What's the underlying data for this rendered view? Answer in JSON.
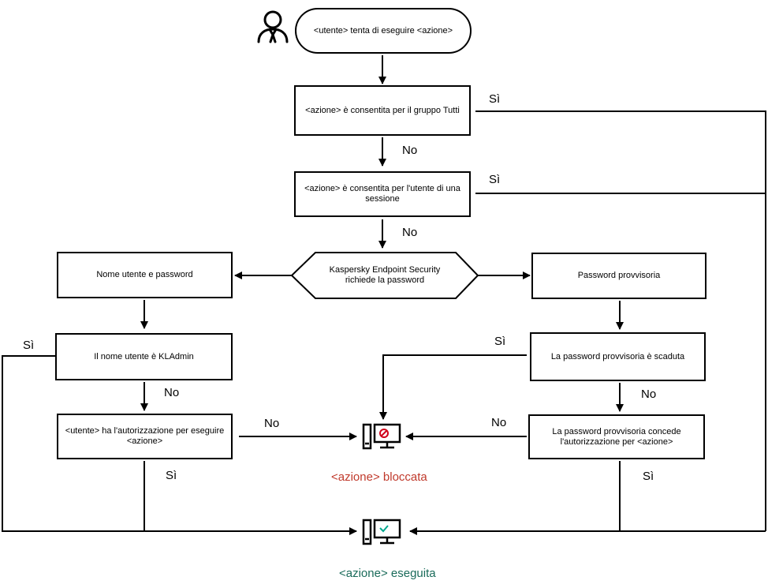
{
  "start": {
    "text": "<utente> tenta di eseguire <azione>"
  },
  "steps": {
    "allowed_all": "<azione> è consentita per il gruppo Tutti",
    "allowed_session_user": "<azione> è consentita per l'utente di una sessione",
    "kes_requests_password": "Kaspersky Endpoint Security richiede la password",
    "username_password": "Nome utente e password",
    "temp_password": "Password provvisoria",
    "is_kladmin": "Il nome utente è KLAdmin",
    "temp_expired": "La password provvisoria è scaduta",
    "user_authorized": "<utente> ha l'autorizzazione per eseguire <azione>",
    "temp_grants": "La password provvisoria concede l'autorizzazione per <azione>"
  },
  "labels": {
    "yes": "Sì",
    "no": "No"
  },
  "results": {
    "blocked": "<azione> bloccata",
    "executed": "<azione> eseguita"
  },
  "colors": {
    "blocked": "#c0392b",
    "executed": "#1a6b5a",
    "blocked_icon_accent": "#d0021b",
    "executed_icon_accent": "#00a88e"
  },
  "icons": {
    "user": "user-icon",
    "blocked": "computer-blocked-icon",
    "executed": "computer-allowed-icon"
  }
}
